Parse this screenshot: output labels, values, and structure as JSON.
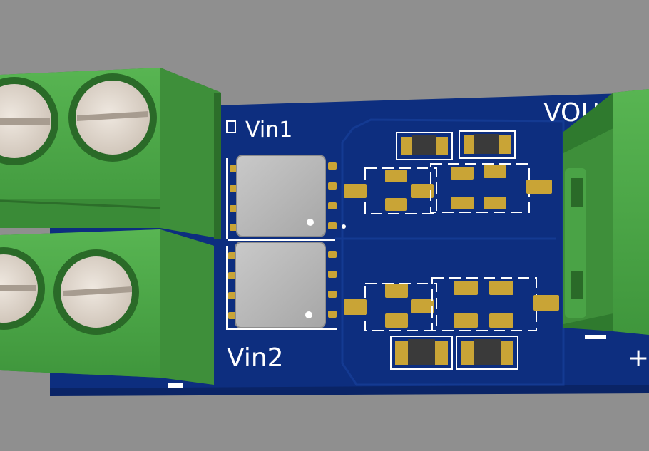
{
  "colors": {
    "background": "#8f8f8f",
    "board": "#0d2e7f",
    "board_edge": "#0a2466",
    "silkscreen": "#ffffff",
    "pad_gold": "#c9a436",
    "ic_body": "#b9b9b9",
    "terminal_green": "#4fa84a",
    "terminal_dark": "#2f7a2e",
    "screw_face": "#e2d9cf"
  },
  "labels": {
    "vin1": "Vin1",
    "vin2": "Vin2",
    "vout": "VOU",
    "plus": "+"
  }
}
